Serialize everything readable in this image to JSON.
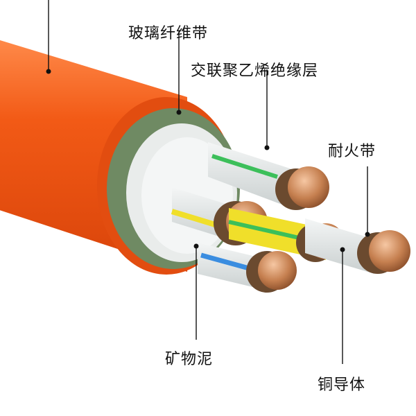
{
  "labels": {
    "glass_fiber_tape": "玻璃纤维带",
    "xlpe_insulation": "交联聚乙烯绝缘层",
    "fire_resistant_tape": "耐火带",
    "mineral_mud": "矿物泥",
    "copper_conductor": "铜导体"
  },
  "colors": {
    "outer_sheath": "#f25a16",
    "glass_fiber_layer": "#6f8a63",
    "mineral_filler": "#e9eceb",
    "copper": "#c57f4f",
    "fire_tape": "#6b4a2f",
    "stripe_green": "#3cbf5a",
    "stripe_yellow": "#f0df2a",
    "stripe_blue": "#3a8de0"
  },
  "icons": [
    "leader-line",
    "leader-dot"
  ]
}
